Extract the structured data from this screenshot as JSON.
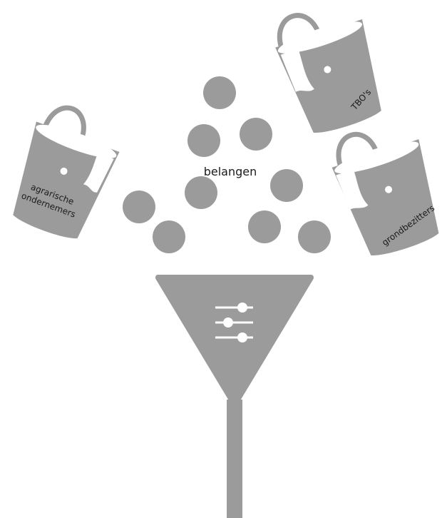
{
  "center_label": "belangen",
  "buckets": [
    {
      "id": "agrarische",
      "lines": [
        "agrarische",
        "ondernemers"
      ]
    },
    {
      "id": "tbos",
      "lines": [
        "TBO's"
      ]
    },
    {
      "id": "grondbezitters",
      "lines": [
        "grondbezitters"
      ]
    }
  ],
  "funnel": {
    "icon": "sliders-icon"
  },
  "colors": {
    "fill": "#9b9b9b",
    "background": "#ffffff",
    "text": "#1a1a1a"
  }
}
